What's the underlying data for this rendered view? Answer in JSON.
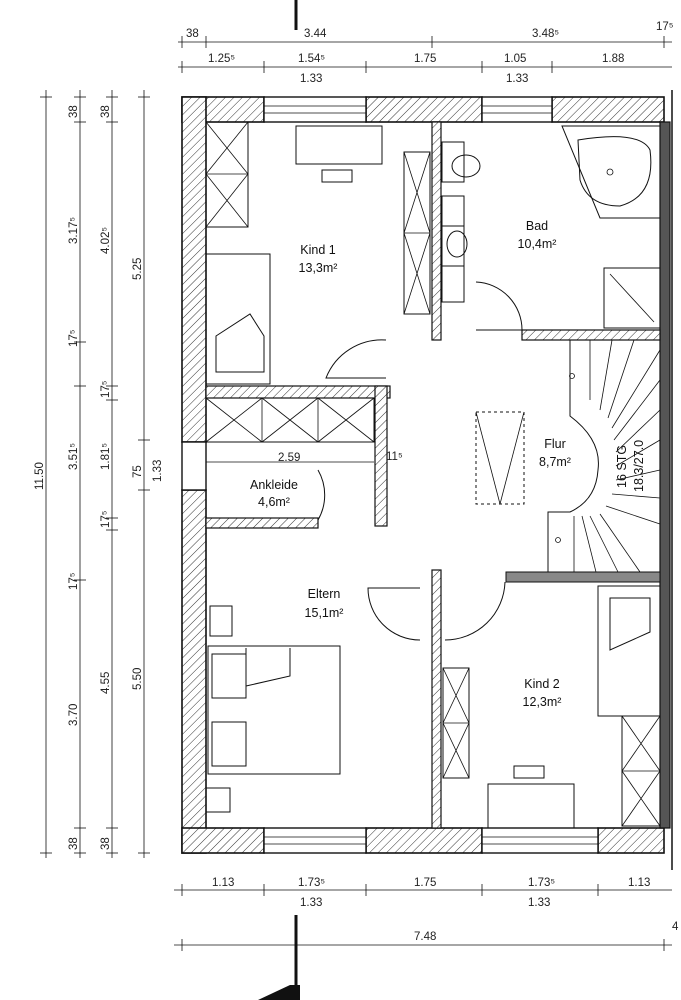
{
  "dimensions": {
    "top_row1": [
      "38",
      "3.44",
      "3.48⁵",
      "17⁵"
    ],
    "top_row2": [
      "1.25⁵",
      "1.54⁵",
      "1.75",
      "1.05",
      "1.88"
    ],
    "top_row3": [
      "1.33",
      "1.33"
    ],
    "bottom_row1": [
      "1.13",
      "1.73⁵",
      "1.75",
      "1.73⁵",
      "1.13"
    ],
    "bottom_row2": [
      "1.33",
      "1.33"
    ],
    "bottom_total": "7.48",
    "bottom_edge": "4",
    "left_col_a": [
      "11.50"
    ],
    "left_col_b": [
      "38",
      "3.17⁵",
      "17⁵",
      "3.51⁵",
      "17⁵",
      "3.70",
      "38"
    ],
    "left_col_c": [
      "38",
      "4.02⁵",
      "17⁵",
      "1.81⁵",
      "17⁵",
      "4.55",
      "38"
    ],
    "left_col_d": [
      "5.25",
      "75",
      "5.50"
    ],
    "left_col_e": [
      "1.33"
    ],
    "interior": [
      "2.59",
      "11⁵"
    ]
  },
  "rooms": [
    {
      "name": "Kind 1",
      "area": "13,3m²"
    },
    {
      "name": "Bad",
      "area": "10,4m²"
    },
    {
      "name": "Ankleide",
      "area": "4,6m²"
    },
    {
      "name": "Flur",
      "area": "8,7m²"
    },
    {
      "name": "Eltern",
      "area": "15,1m²"
    },
    {
      "name": "Kind 2",
      "area": "12,3m²"
    }
  ],
  "stairs": {
    "steps": "16 STG",
    "ratio": "18.3/27.0"
  }
}
